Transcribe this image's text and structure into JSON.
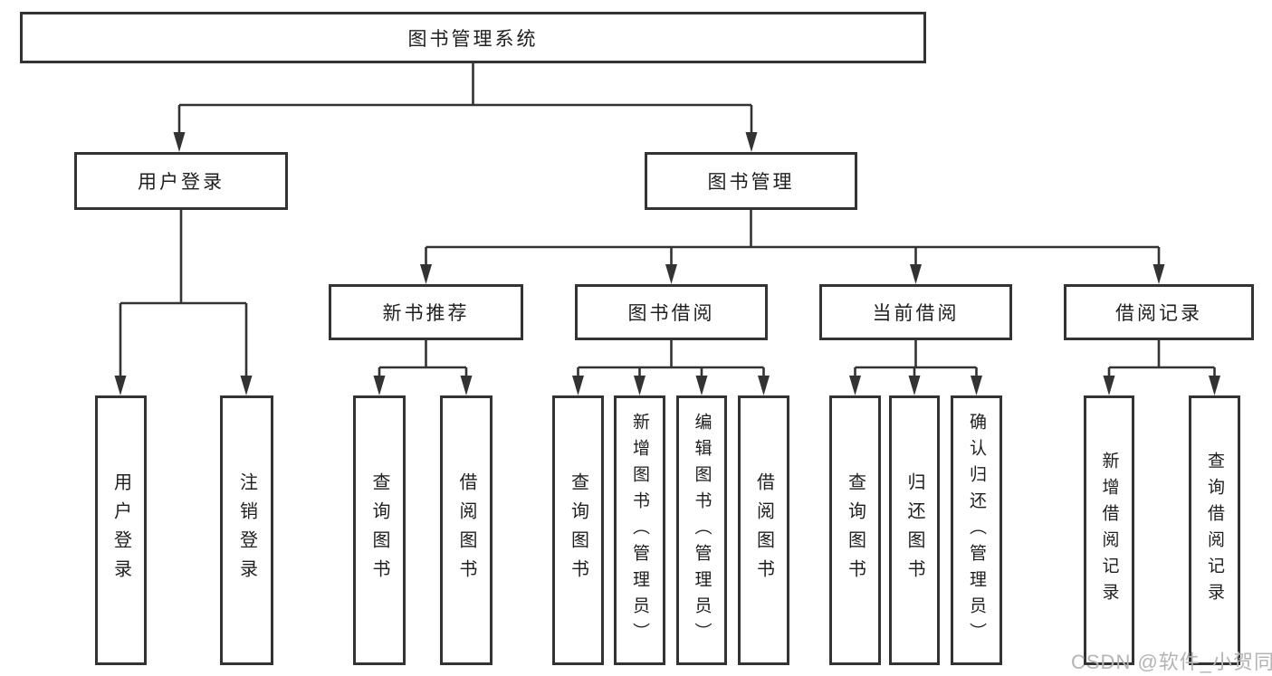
{
  "diagram": {
    "root": {
      "label": "图书管理系统"
    },
    "branches": [
      {
        "label": "用户登录",
        "children": [
          {
            "label": "用户登录"
          },
          {
            "label": "注销登录"
          }
        ]
      },
      {
        "label": "图书管理",
        "groups": [
          {
            "label": "新书推荐",
            "children": [
              {
                "label": "查询图书"
              },
              {
                "label": "借阅图书"
              }
            ]
          },
          {
            "label": "图书借阅",
            "children": [
              {
                "label": "查询图书"
              },
              {
                "label": "新增图书（管理员）"
              },
              {
                "label": "编辑图书（管理员）"
              },
              {
                "label": "借阅图书"
              }
            ]
          },
          {
            "label": "当前借阅",
            "children": [
              {
                "label": "查询图书"
              },
              {
                "label": "归还图书"
              },
              {
                "label": "确认归还（管理员）"
              }
            ]
          },
          {
            "label": "借阅记录",
            "children": [
              {
                "label": "新增借阅记录"
              },
              {
                "label": "查询借阅记录"
              }
            ]
          }
        ]
      }
    ],
    "watermark": "CSDN @软件_小贺同学",
    "colors": {
      "line": "#333333",
      "text": "#1f1f1f",
      "watermark": "#b5b3b3",
      "background": "#ffffff"
    }
  }
}
